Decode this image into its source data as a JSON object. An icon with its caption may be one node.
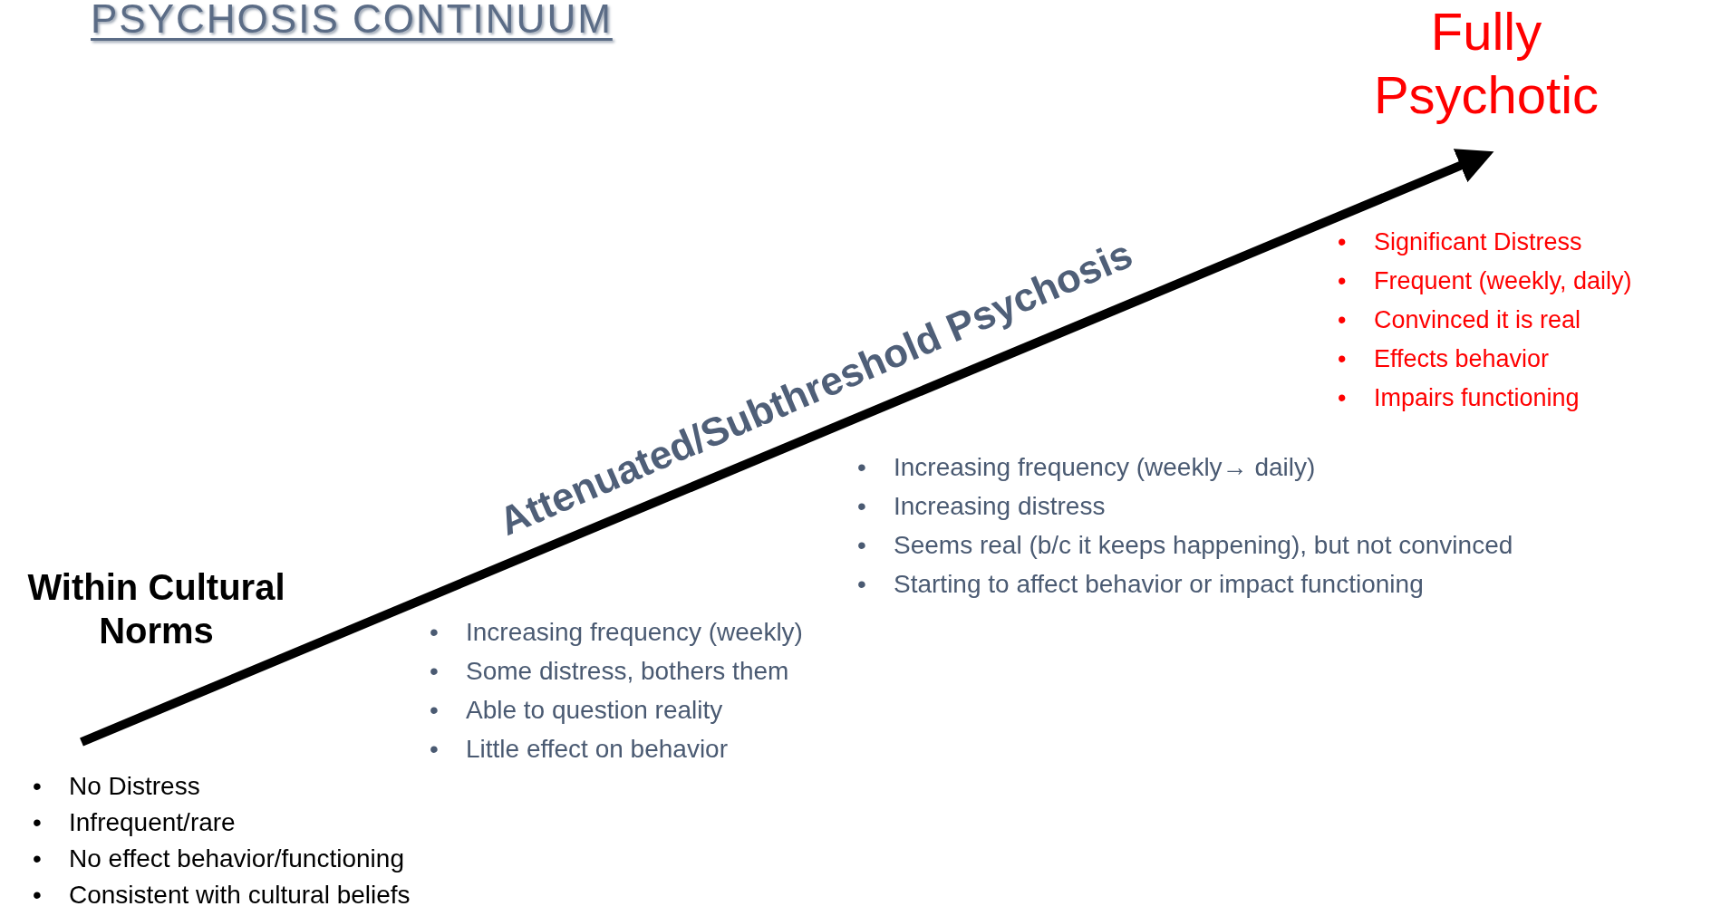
{
  "diagram": {
    "title": "PSYCHOSIS CONTINUUM",
    "labels": [
      "Fully Psychotic",
      "•",
      "Significant Distress",
      "•",
      "Frequent (weekly, daily)",
      "•",
      "Convinced it is real",
      "•",
      "Effects behavior",
      "•",
      "Impairs functioning",
      "Attenuated/Subthreshold Psychosis",
      "•",
      "Increasing frequency (weekly→ daily)",
      "•",
      "Increasing distress",
      "•",
      "Seems real (b/c it keeps happening), but not convinced",
      "•",
      "Starting to affect behavior or impact functioning",
      "Within Cultural Norms",
      "•",
      "Increasing frequency (weekly)",
      "•",
      "Some distress, bothers them",
      "•",
      "Able to question reality",
      "•",
      "Little effect on behavior",
      "•",
      "No Distress",
      "•",
      "Infrequent/rare",
      "•",
      "No effect behavior/functioning",
      "•",
      "Consistent with cultural beliefs"
    ]
  }
}
